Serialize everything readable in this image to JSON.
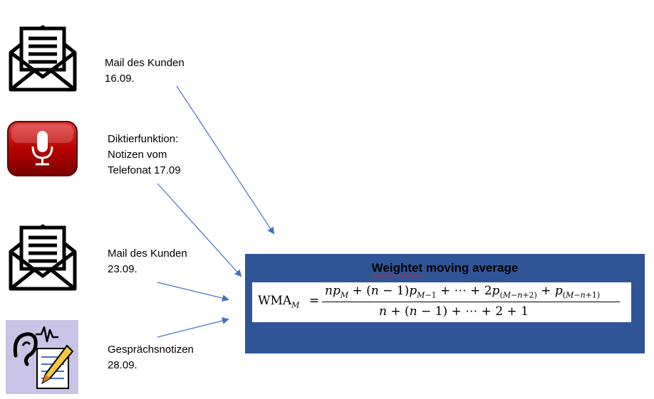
{
  "items": [
    {
      "icon": "envelope-open-icon",
      "lines": [
        "Mail des Kunden",
        "16.09."
      ]
    },
    {
      "icon": "microphone-button-icon",
      "lines": [
        "Diktierfunktion:",
        "Notizen vom",
        "Telefonat 17.09"
      ]
    },
    {
      "icon": "envelope-open-icon",
      "lines": [
        "Mail des Kunden",
        "23.09."
      ]
    },
    {
      "icon": "ear-notepad-icon",
      "lines": [
        "Gesprächsnotizen",
        "28.09."
      ]
    }
  ],
  "wma": {
    "title": "Weightet moving average",
    "misspelled_word": "Weightet",
    "title_rest": " moving average",
    "formula_lhs": "WMA",
    "formula_lhs_sub": "M",
    "formula_equals": "=",
    "formula_numerator": "np_M + (n − 1)p_{M−1} + ⋯ + 2p_{(M−n+2)} + p_{(M−n+1)}",
    "formula_denominator": "n + (n − 1) + ⋯ + 2 + 1"
  },
  "colors": {
    "box_fill": "#2f5597",
    "arrow": "#4472c4",
    "mic_red": "#c00000",
    "note_bg": "#c9c3e6"
  }
}
